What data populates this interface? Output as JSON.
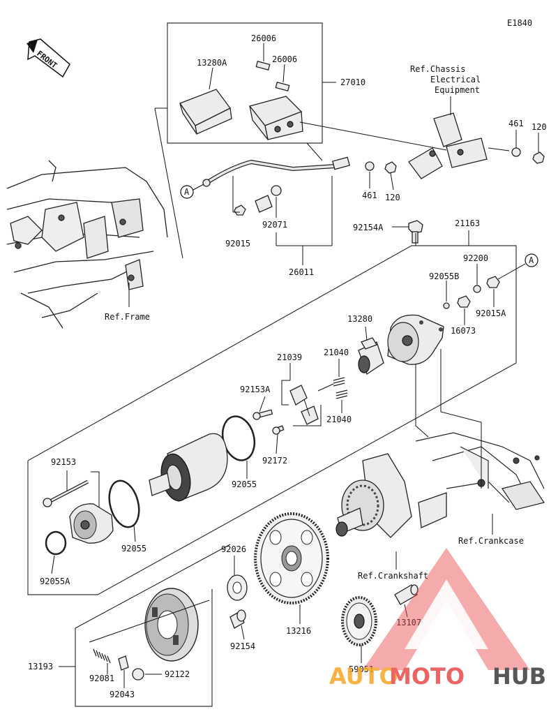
{
  "diagram_code": "E1840",
  "front_label": "FRONT",
  "circle_marker": "A",
  "labels": {
    "p26006a": "26006",
    "p26006b": "26006",
    "p13280A": "13280A",
    "p27010": "27010",
    "ref_chassis_1": "Ref.Chassis",
    "ref_chassis_2": "Electrical",
    "ref_chassis_3": "Equipment",
    "p461a": "461",
    "p120a": "120",
    "p461b": "461",
    "p120b": "120",
    "p92071": "92071",
    "p92015": "92015",
    "p26011": "26011",
    "ref_frame": "Ref.Frame",
    "p92154A": "92154A",
    "p21163": "21163",
    "p92200": "92200",
    "p92055B": "92055B",
    "p92015A": "92015A",
    "p16073": "16073",
    "p13280": "13280",
    "p21039": "21039",
    "p21040a": "21040",
    "p21040b": "21040",
    "p92153A": "92153A",
    "p92172": "92172",
    "p92055a": "92055",
    "p92153": "92153",
    "p92055b": "92055",
    "p92055A": "92055A",
    "p92026": "92026",
    "p92154": "92154",
    "p13216": "13216",
    "ref_crankcase": "Ref.Crankcase",
    "ref_crankshaft": "Ref.Crankshaft",
    "p13107": "13107",
    "p59051": "59051",
    "p13193": "13193",
    "p92081": "92081",
    "p92122": "92122",
    "p92043": "92043"
  },
  "watermark": {
    "part1": "AUTO",
    "part2": "MOTO",
    "part3": "HUB",
    "color1": "#f5a623",
    "color2": "#e94b4b",
    "color3": "#3a3a3a"
  }
}
